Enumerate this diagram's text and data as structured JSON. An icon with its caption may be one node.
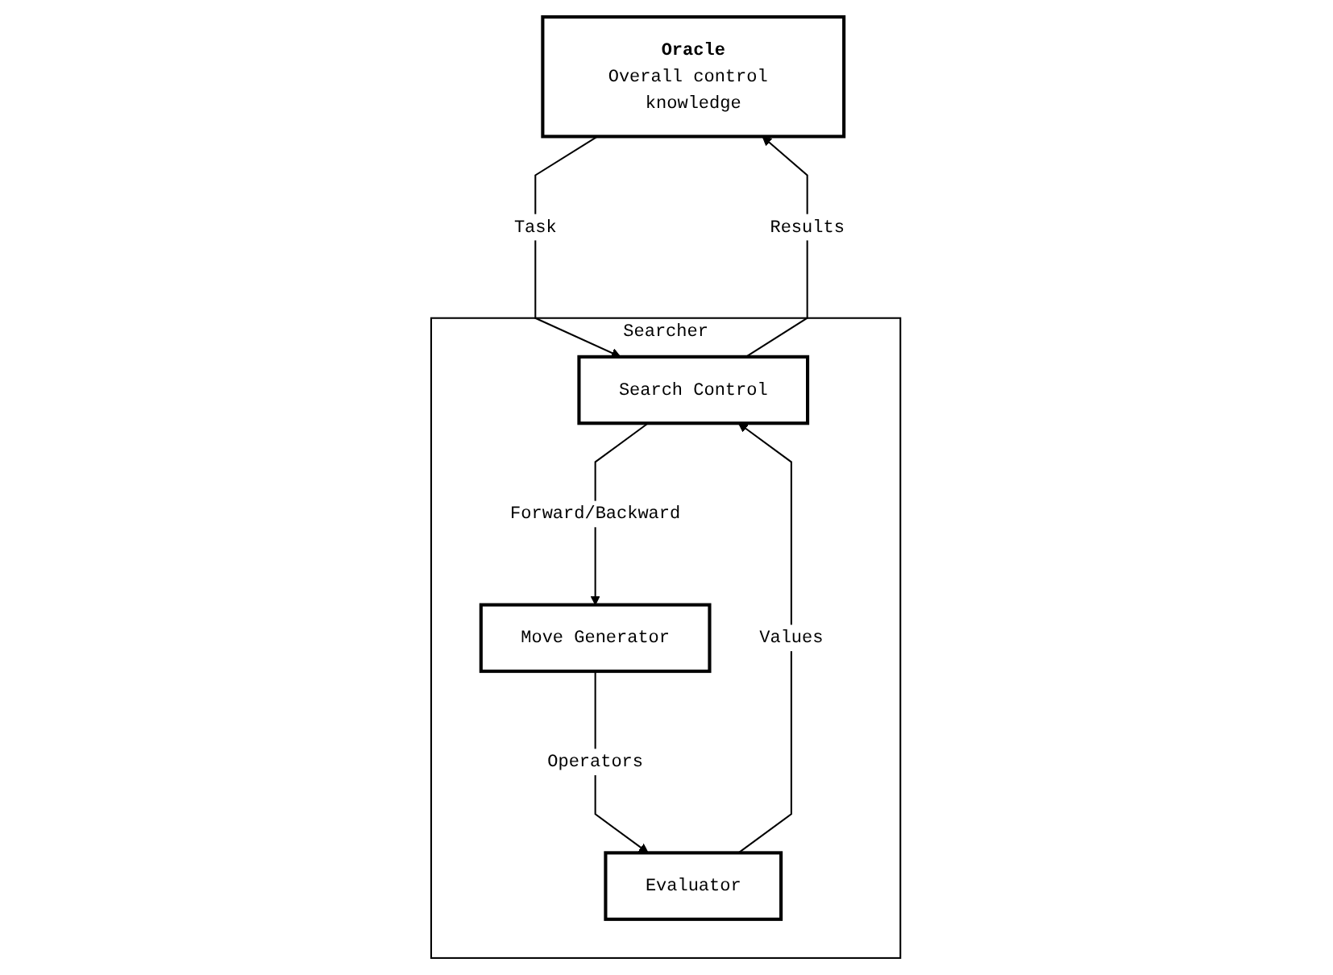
{
  "diagram": {
    "nodes": [
      {
        "text": [
          "Oracle",
          "Overall control knowledge"
        ]
      },
      {
        "text": [
          "Searcher"
        ]
      },
      {
        "text": [
          "Search Control"
        ],
        "in": 1
      },
      {
        "text": [
          "Move Generator"
        ],
        "in": 1
      },
      {
        "text": [
          "Evaluator"
        ],
        "in": 1
      }
    ],
    "edges": [
      {
        "from": 0,
        "to": 2,
        "arrow": "to",
        "label": "Task"
      },
      {
        "from": 2,
        "to": 0,
        "arrow": "to",
        "label": "Results"
      },
      {
        "from": 2,
        "to": 3,
        "arrow": "to",
        "label": "Forward/Backward"
      },
      {
        "from": 3,
        "to": 4,
        "arrow": "to",
        "label": "Operators"
      },
      {
        "from": 4,
        "to": 2,
        "arrow": "to",
        "label": "Values"
      }
    ]
  }
}
